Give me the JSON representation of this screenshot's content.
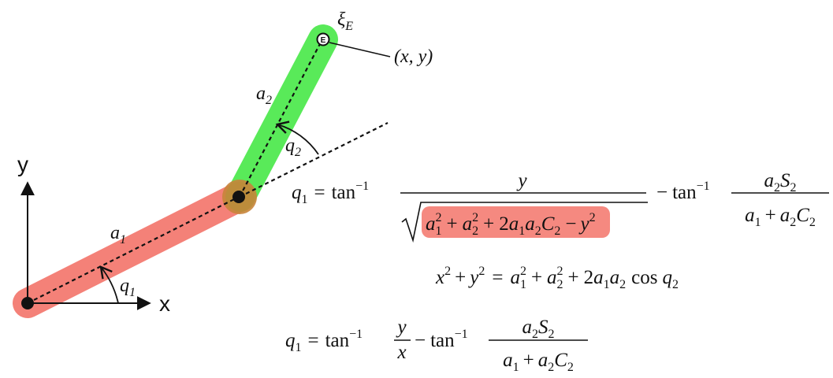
{
  "diagram": {
    "axis_labels": {
      "x": "x",
      "y": "y"
    },
    "links": [
      {
        "name": "a",
        "sub": "1",
        "color": "#f26b60"
      },
      {
        "name": "a",
        "sub": "2",
        "color": "#3ce63c"
      }
    ],
    "joint_color": "#c8843a",
    "joint_angles": [
      {
        "name": "q",
        "sub": "1"
      },
      {
        "name": "q",
        "sub": "2"
      }
    ],
    "end_effector": {
      "marker": "E",
      "frame_symbol": "ξ",
      "frame_sub": "E",
      "point_label": "(x, y)"
    },
    "highlight_color": "#f26b60"
  },
  "equations": {
    "eq1": {
      "lhs_var": "q",
      "lhs_sub": "1",
      "eq": "=",
      "fn": "tan",
      "fn_exp": "−1",
      "frac1_num": "y",
      "sqrt_highlight": [
        "a",
        "2",
        "1",
        "+",
        "a",
        "2",
        "2",
        "+",
        "2",
        "a",
        "1",
        "a",
        "2",
        "C",
        "2"
      ],
      "sqrt_tail": [
        "−",
        "y",
        "2"
      ],
      "minus": "−",
      "frac2_num": [
        "a",
        "2",
        "S",
        "2"
      ],
      "frac2_den": [
        "a",
        "1",
        "+",
        "a",
        "2",
        "C",
        "2"
      ]
    },
    "eq2": {
      "lhs": [
        "x",
        "2",
        "+",
        "y",
        "2"
      ],
      "eq": "=",
      "rhs": [
        "a",
        "1",
        "2",
        "+",
        "a",
        "2",
        "2",
        "+",
        "2",
        "a",
        "1",
        "a",
        "2",
        "cos",
        "q",
        "2"
      ]
    },
    "eq3": {
      "lhs_var": "q",
      "lhs_sub": "1",
      "eq": "=",
      "fn": "tan",
      "fn_exp": "−1",
      "frac1_num": "y",
      "frac1_den": "x",
      "minus": "−",
      "frac2_num": [
        "a",
        "2",
        "S",
        "2"
      ],
      "frac2_den": [
        "a",
        "1",
        "+",
        "a",
        "2",
        "C",
        "2"
      ]
    }
  }
}
